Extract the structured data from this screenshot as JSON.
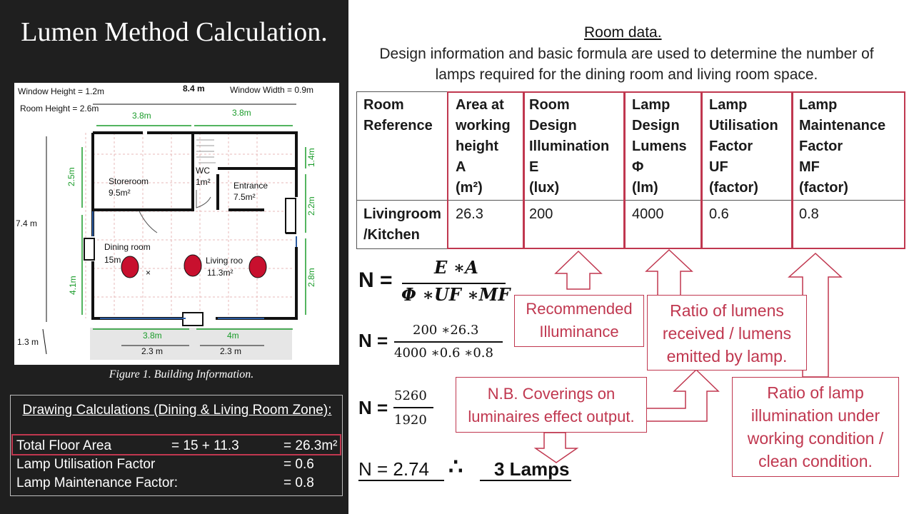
{
  "title": "Lumen Method Calculation.",
  "figure": {
    "caption": "Figure 1. Building Information.",
    "labels": {
      "window_height": "Window Height = 1.2m",
      "window_width": "Window Width = 0.9m",
      "room_height": "Room Height = 2.6m",
      "width_total": "8.4 m",
      "top_left_dim": "3.8m",
      "top_right_dim": "3.8m",
      "left_dim_1": "2.5m",
      "height_total": "7.4 m",
      "left_dim_2": "4.1m",
      "bottom_left": "1.3 m",
      "right_dim_1": "1.4m",
      "right_dim_2": "2.2m",
      "right_dim_3": "2.8m",
      "bottom_dim_1": "3.8m",
      "bottom_dim_2": "4m",
      "bottom_dim_3": "2.3 m",
      "bottom_dim_4": "2.3 m",
      "storeroom": "Storeroom",
      "storeroom_area": "9.5m²",
      "wc": "WC",
      "wc_area": "1m²",
      "entrance": "Entrance",
      "entrance_area": "7.5m²",
      "dining": "Dining room",
      "dining_area": "15m",
      "living": "Living roo",
      "living_area": "11.3m²",
      "cross_mark": "×"
    }
  },
  "calc": {
    "heading": "Drawing Calculations (Dining & Living Room Zone):",
    "rows": [
      {
        "label": "Total Floor Area",
        "expr": "= 15 + 11.3",
        "result": "= 26.3m²"
      },
      {
        "label": "Lamp Utilisation Factor",
        "expr": "",
        "result": "= 0.6"
      },
      {
        "label": "Lamp Maintenance Factor:",
        "expr": "",
        "result": "= 0.8"
      }
    ]
  },
  "room_data": {
    "title": "Room data.",
    "intro": "Design information and basic formula are used to determine the number of lamps required for the dining room and living room space.",
    "headers": [
      [
        "Room",
        "Reference"
      ],
      [
        "Area at",
        "working",
        "height",
        "A",
        "(m²)"
      ],
      [
        "Room",
        "Design",
        "Illumination",
        "E",
        "(lux)"
      ],
      [
        "Lamp",
        "Design",
        "Lumens",
        "Φ",
        "(lm)"
      ],
      [
        "Lamp",
        "Utilisation",
        "Factor",
        "UF",
        "(factor)"
      ],
      [
        "Lamp",
        "Maintenance",
        "Factor",
        "MF",
        "(factor)"
      ]
    ],
    "row": [
      [
        "Livingroom",
        "/Kitchen"
      ],
      [
        "26.3"
      ],
      [
        "200"
      ],
      [
        "4000"
      ],
      [
        "0.6"
      ],
      [
        "0.8"
      ]
    ]
  },
  "formula": {
    "n": "N =",
    "num1": "E ∗A",
    "den1": "Φ ∗UF ∗MF",
    "num2": "200 ∗26.3",
    "den2": "4000 ∗0.6 ∗0.8",
    "num3": "5260",
    "den3": "1920",
    "result": "N = 2.74",
    "therefore": "∴",
    "lamps": "3 Lamps"
  },
  "callouts": {
    "recommended": "Recommended Illuminance",
    "ratio_lumens": "Ratio of lumens received / lumens emitted by lamp.",
    "nb_coverings": "N.B. Coverings on luminaires effect output.",
    "ratio_lamp": "Ratio of lamp illumination under working condition / clean condition."
  },
  "colors": {
    "accent": "#c0374f",
    "lamp": "#c8102e",
    "dim_arrow": "#1a9c2a",
    "dark_panel": "#1f1f1f"
  }
}
